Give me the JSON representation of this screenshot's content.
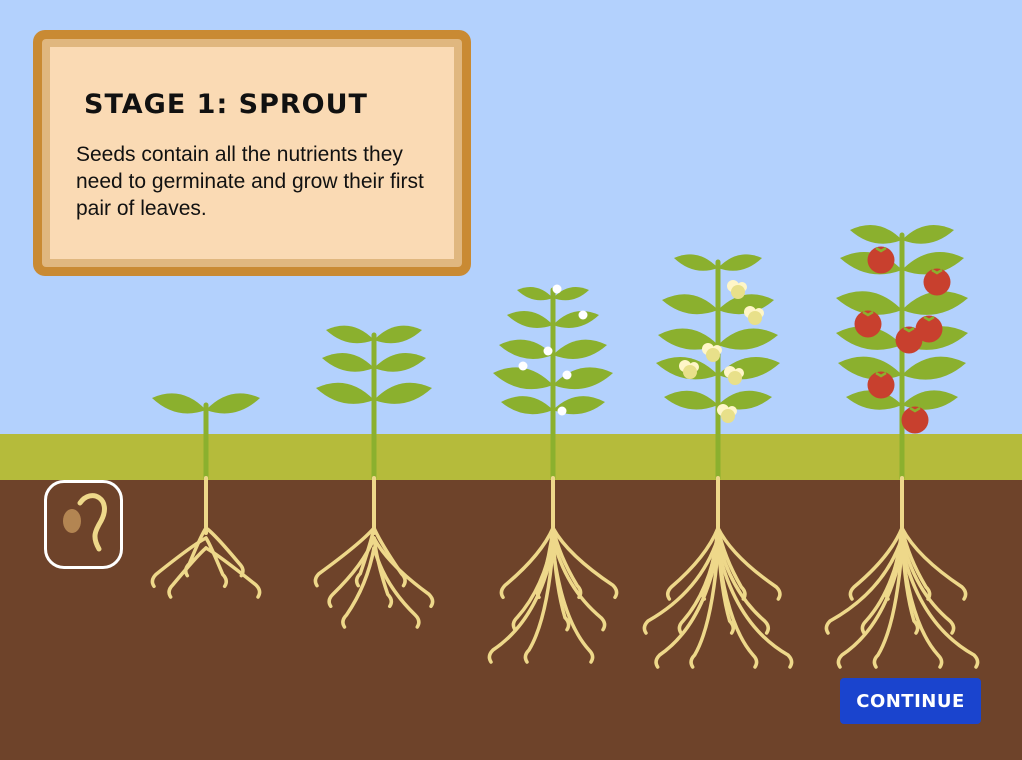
{
  "info_card": {
    "title": "STAGE 1: SPROUT",
    "description": "Seeds contain all the nutrients they need to germinate and grow their first pair of leaves."
  },
  "stages": [
    {
      "id": "seed",
      "icon": "seed-icon",
      "selected": true
    },
    {
      "id": "sprout",
      "icon": "sprout-plant"
    },
    {
      "id": "seedling",
      "icon": "seedling-plant"
    },
    {
      "id": "budding",
      "icon": "budding-plant"
    },
    {
      "id": "flowering",
      "icon": "flowering-plant"
    },
    {
      "id": "fruiting",
      "icon": "fruiting-plant"
    }
  ],
  "continue_button": {
    "label": "CONTINUE"
  },
  "colors": {
    "sky": "#b3d1fd",
    "grass": "#b5bb3b",
    "soil": "#6e432a",
    "leaf": "#8bb02e",
    "stem": "#8bb02e",
    "root": "#eed88a",
    "card_border": "#c98a33",
    "card_fill": "#fadab4",
    "flower": "#fff6c8",
    "bud": "#e8e08a",
    "tomato": "#c8402e",
    "button": "#1a44ce"
  }
}
